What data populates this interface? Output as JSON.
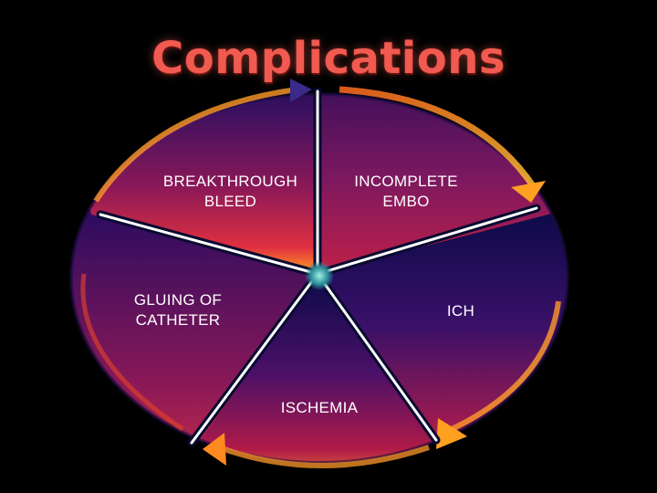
{
  "title": "Complications",
  "segments": [
    {
      "id": "breakthrough",
      "lines": [
        "BREAKTHROUGH",
        "BLEED"
      ]
    },
    {
      "id": "incomplete",
      "lines": [
        "INCOMPLETE",
        "EMBO"
      ]
    },
    {
      "id": "ich",
      "lines": [
        "ICH"
      ]
    },
    {
      "id": "ischemia",
      "lines": [
        "ISCHEMIA"
      ]
    },
    {
      "id": "gluing",
      "lines": [
        "GLUING OF",
        "CATHETER"
      ]
    }
  ],
  "colors": {
    "background": "#000000",
    "title": "#f05a50",
    "segment_dark": "#0a0a4a",
    "segment_mid": "#6a1a6a",
    "segment_warm": "#d02040",
    "rim_orange": "#ffa020",
    "label": "#ffffff"
  }
}
